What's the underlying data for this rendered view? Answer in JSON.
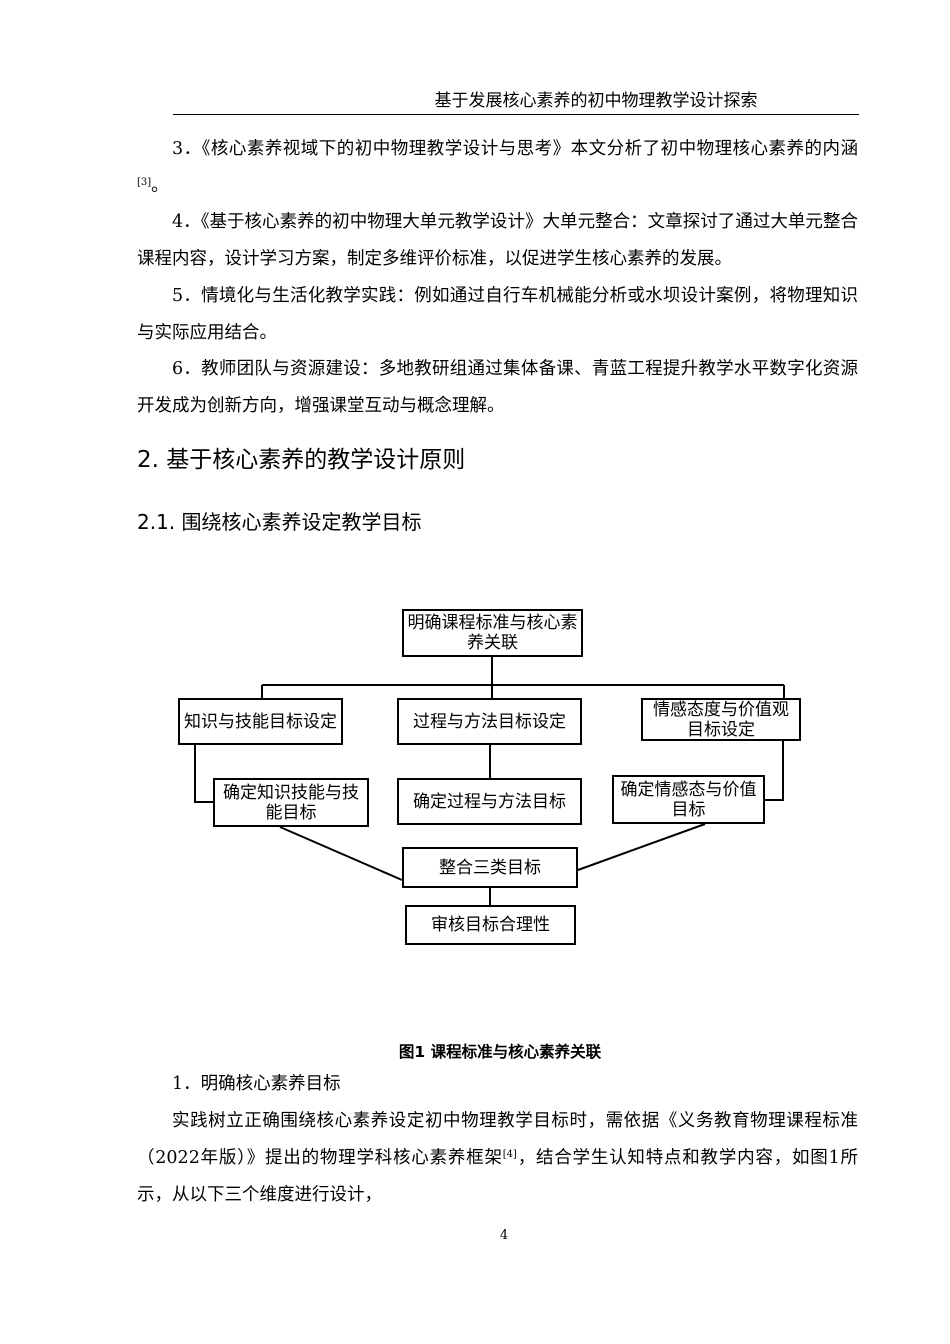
{
  "header": {
    "title": "基于发展核心素养的初中物理教学设计探索"
  },
  "paragraphs": {
    "p3": "3．《核心素养视域下的初中物理教学设计与思考》本文分析了初中物理核心素养的内涵",
    "p3_ref": "[3]",
    "p3_end": "。",
    "p4": "4．《基于核心素养的初中物理大单元教学设计》大单元整合：文章探讨了通过大单元整合课程内容，设计学习方案，制定多维评价标准，以促进学生核心素养的发展。",
    "p5": "5．情境化与生活化教学实践：例如通过自行车机械能分析或水坝设计案例，将物理知识与实际应用结合。",
    "p6": "6．教师团队与资源建设：多地教研组通过集体备课、青蓝工程提升教学水平数字化资源开发成为创新方向，增强课堂互动与概念理解。"
  },
  "section": {
    "heading": "2. 基于核心素养的教学设计原则",
    "subheading": "2.1. 围绕核心素养设定教学目标"
  },
  "diagram": {
    "top": "明确课程标准与核心素养关联",
    "knowledge": "知识与技能目标设定",
    "process": "过程与方法目标设定",
    "emotion": "情感态度与价值观目标设定",
    "knowledge_goal": "确定知识技能与技能目标",
    "process_goal": "确定过程与方法目标",
    "emotion_goal": "确定情感态与价值目标",
    "integrate": "整合三类目标",
    "review": "审核目标合理性"
  },
  "figure_caption": "图1  课程标准与核心素养关联",
  "body": {
    "item1": "1．明确核心素养目标",
    "para_a": "实践树立正确围绕核心素养设定初中物理教学目标时，需依据《义务教育物理课程标准（2022年版）》提出的物理学科核心素养框架",
    "para_a_ref": "[4]",
    "para_a_end": "，结合学生认知特点和教学内容，如图1所示，从以下三个维度进行设计，"
  },
  "page_number": "4"
}
